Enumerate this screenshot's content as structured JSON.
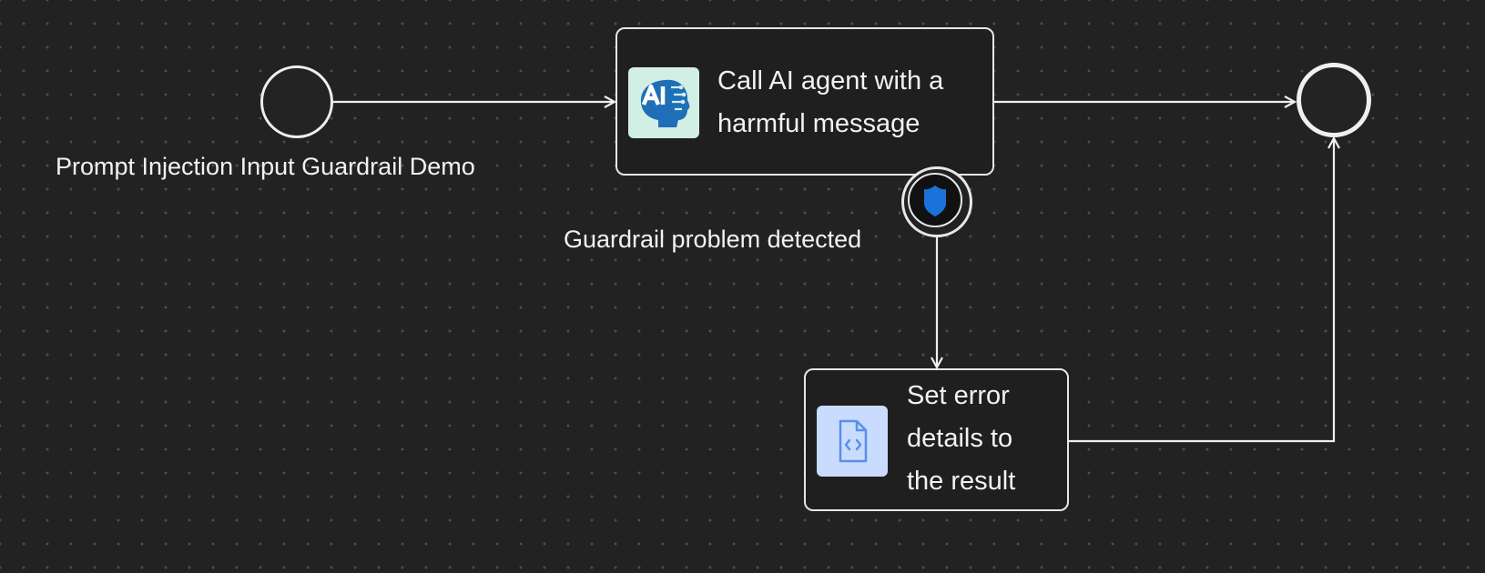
{
  "diagram": {
    "start_event": {
      "label": "Prompt Injection Input Guardrail Demo"
    },
    "task_ai_agent": {
      "label": "Call AI agent with a\nharmful message",
      "icon": "ai-brain-icon"
    },
    "boundary_event": {
      "label": "Guardrail problem detected",
      "icon": "shield-icon"
    },
    "task_set_error": {
      "label": "Set error\ndetails to\nthe result",
      "icon": "script-file-icon"
    },
    "end_event": {}
  },
  "colors": {
    "background": "#222222",
    "grid_dot": "#4d4d4d",
    "stroke": "#efefef",
    "ai_icon_bg": "#d2efe6",
    "ai_icon_fg": "#1f6fb8",
    "script_icon_bg": "#c9dcff",
    "script_icon_fg": "#5b8fe8",
    "shield_fill": "#1b73d9"
  }
}
